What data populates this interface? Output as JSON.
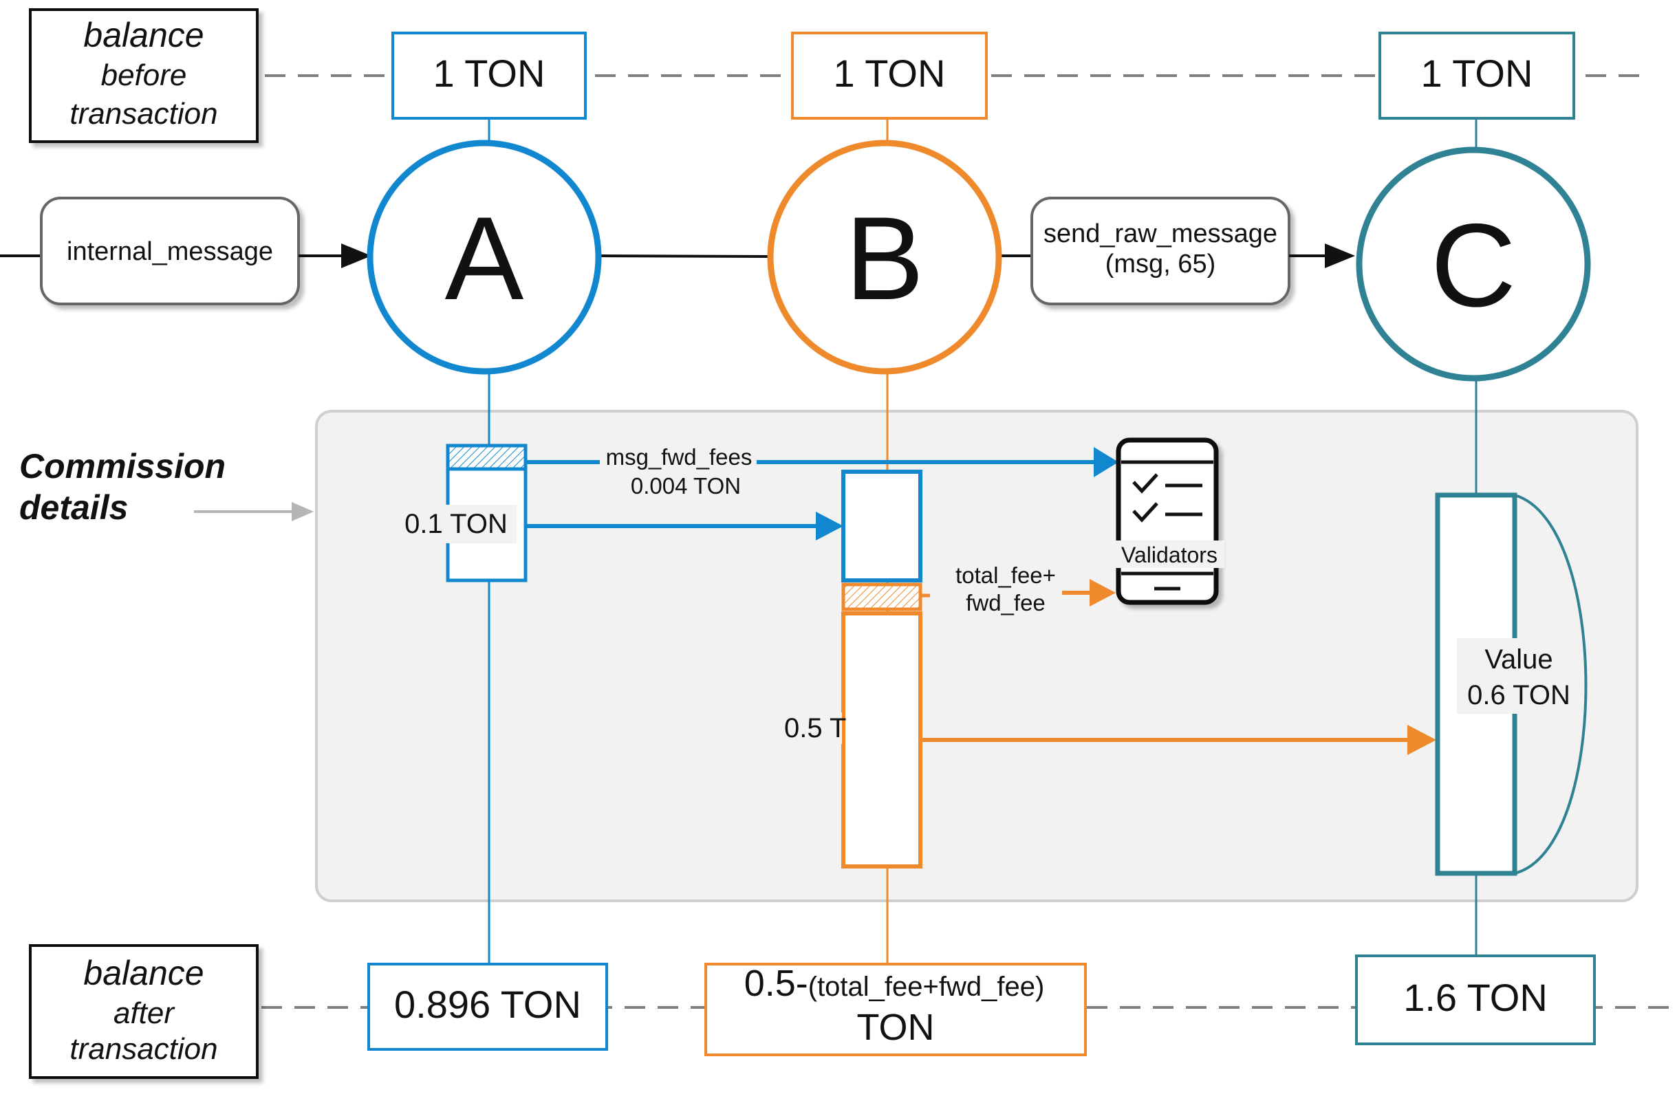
{
  "labels": {
    "balance_before": [
      "balance",
      "before",
      "transaction"
    ],
    "balance_after": [
      "balance",
      "after",
      "transaction"
    ],
    "commission": [
      "Commission",
      "details"
    ]
  },
  "messages": {
    "internal": "internal_message",
    "send_raw": [
      "send_raw_message",
      "(msg, 65)"
    ]
  },
  "nodes": {
    "a": {
      "letter": "A",
      "before": "1 TON",
      "after": "0.896 TON"
    },
    "b": {
      "letter": "B",
      "before": "1 TON",
      "after_line1_main": "0.5-",
      "after_line1_detail": "(total_fee+fwd_fee)",
      "after_line2": "TON"
    },
    "c": {
      "letter": "C",
      "before": "1 TON",
      "after": "1.6 TON"
    }
  },
  "flows": {
    "a_out_value": "0.1 TON",
    "msg_fwd_fees": [
      "msg_fwd_fees",
      "0.004 TON"
    ],
    "b_fee": [
      "total_fee+",
      "fwd_fee"
    ],
    "b_out_value": "0.5 T",
    "c_value": [
      "Value",
      "0.6 TON"
    ],
    "validators": "Validators"
  },
  "colors": {
    "a": "#1187d0",
    "b": "#ef8a2c",
    "c": "#2f8194",
    "panel": "#f2f2f2",
    "panel_border": "#cfcfcf",
    "dashed": "#7f7f7f",
    "text": "#111111"
  }
}
